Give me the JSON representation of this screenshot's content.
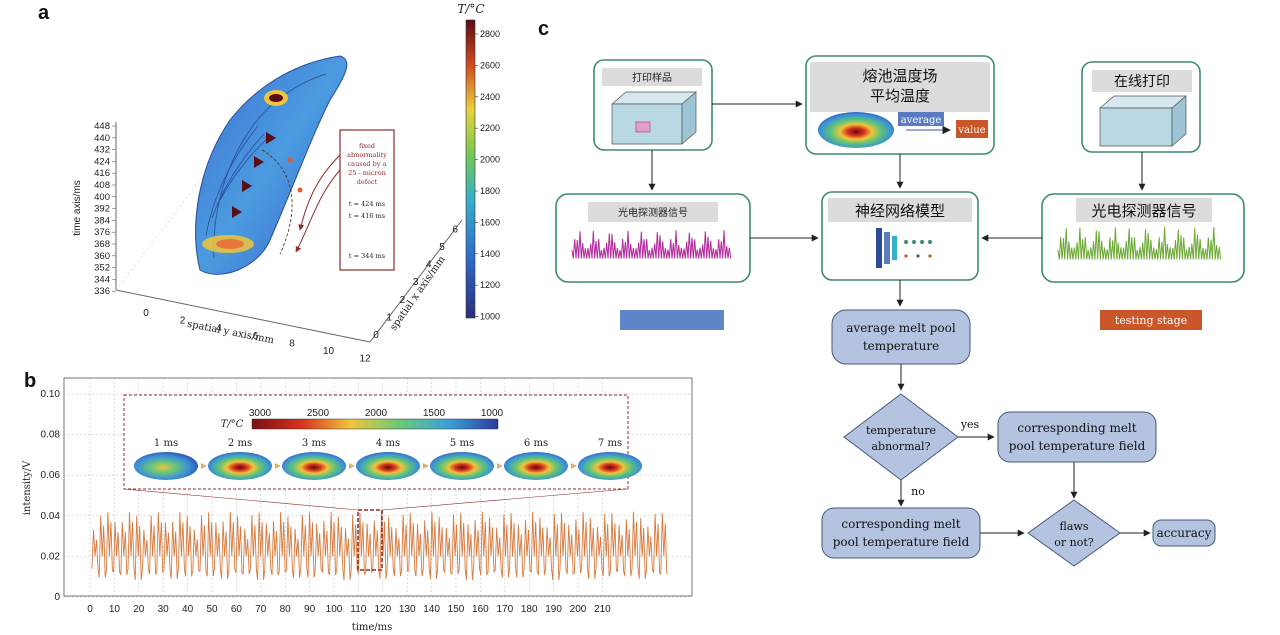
{
  "panel_a": {
    "label": "a",
    "colorbar_title": "T/°C",
    "colorbar_ticks": [
      "2800",
      "2600",
      "2400",
      "2200",
      "2000",
      "1800",
      "1600",
      "1400",
      "1200",
      "1000"
    ],
    "time_axis_label": "time axis/ms",
    "time_ticks": [
      "448",
      "440",
      "432",
      "424",
      "416",
      "408",
      "400",
      "392",
      "384",
      "376",
      "368",
      "360",
      "352",
      "344",
      "336"
    ],
    "y_axis_label": "spatial y axis/mm",
    "y_ticks": [
      "0",
      "2",
      "4",
      "6",
      "8",
      "10",
      "12"
    ],
    "x_axis_label": "spatial x axis/mm",
    "x_ticks": [
      "0",
      "1",
      "2",
      "3",
      "4",
      "5",
      "6"
    ],
    "annotation_lines": [
      "fixed",
      "abnormality",
      "caused by a",
      "25 - micron",
      "defect"
    ],
    "t_labels": [
      "t = 424 ms",
      "t = 416 ms",
      "t = 344 ms"
    ]
  },
  "panel_b": {
    "label": "b",
    "y_axis_label": "intensity/V",
    "x_axis_label": "time/ms",
    "y_ticks": [
      "0.10",
      "0.08",
      "0.06",
      "0.04",
      "0.02",
      "0"
    ],
    "x_ticks": [
      "0",
      "10",
      "20",
      "30",
      "40",
      "50",
      "60",
      "70",
      "80",
      "90",
      "100",
      "110",
      "120",
      "130",
      "140",
      "150",
      "160",
      "170",
      "180",
      "190",
      "200",
      "210"
    ],
    "inset_colorbar_label": "T/°C",
    "inset_colorbar_ticks": [
      "3000",
      "2500",
      "2000",
      "1500",
      "1000"
    ],
    "frames": [
      "1 ms",
      "2 ms",
      "3 ms",
      "4 ms",
      "5 ms",
      "6 ms",
      "7 ms"
    ]
  },
  "panel_c": {
    "label": "c",
    "print_sample": "打印样品",
    "melt_pool_field": "熔池温度场",
    "avg_temp": "平均温度",
    "average": "average",
    "value": "value",
    "online_print": "在线打印",
    "photo_signal_left": "光电探测器信号",
    "neural_net": "神经网络模型",
    "photo_signal_right": "光电探测器信号",
    "testing_stage": "testing stage",
    "avg_melt_pool_1": "average melt pool",
    "avg_melt_pool_2": "temperature",
    "temp_abnormal_1": "temperature",
    "temp_abnormal_2": "abnormal?",
    "yes": "yes",
    "no": "no",
    "corr_field_1": "corresponding melt",
    "corr_field_2": "pool temperature field",
    "corr_field_b1": "corresponding melt",
    "corr_field_b2": "pool temperature field",
    "flaws_1": "flaws",
    "flaws_2": "or not?",
    "accuracy": "accuracy"
  },
  "colors": {
    "box_fill": "#b3c3e0",
    "box_stroke": "#4a5a7a",
    "panel_border": "#3c8a78",
    "signal_green": "#6aa832",
    "signal_magenta": "#b0289a",
    "signal_orange": "#d87a3e",
    "testing_orange": "#c9572a",
    "blue_bar": "#5f86c8",
    "average_blue": "#5b7bc0",
    "value_orange": "#c9572a"
  }
}
